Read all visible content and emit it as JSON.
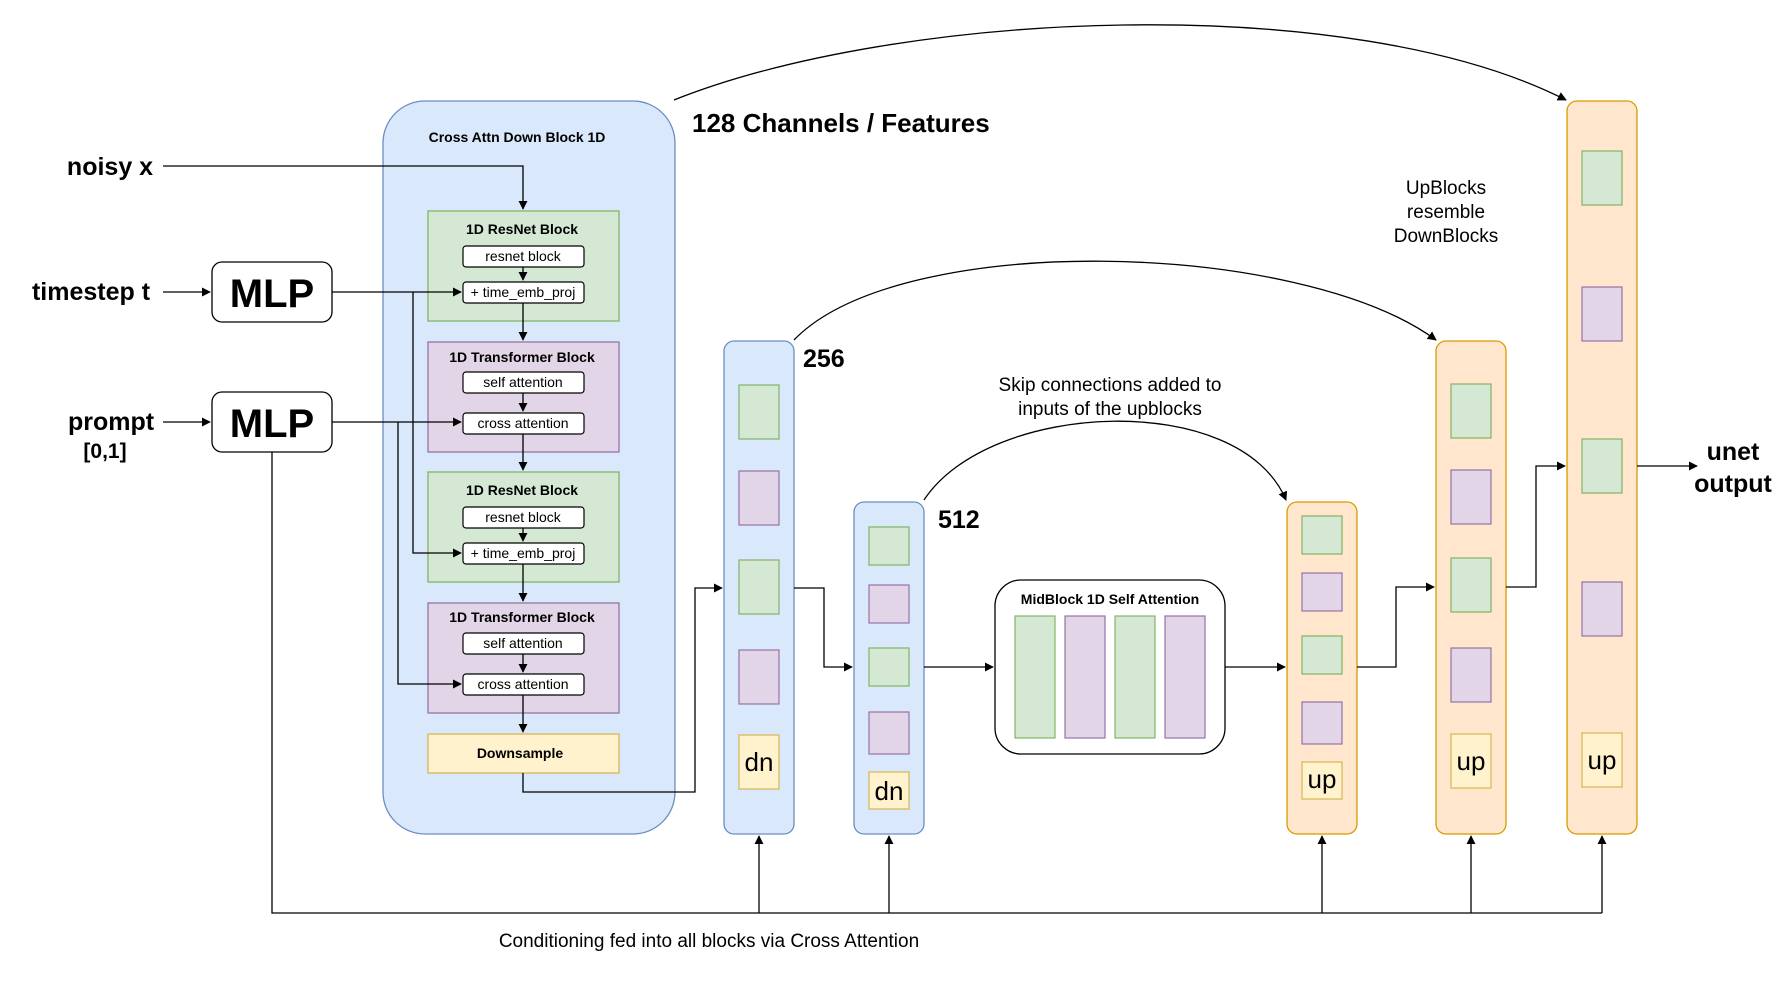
{
  "inputs": {
    "noisy_x": "noisy x",
    "timestep": "timestep t",
    "prompt": "prompt",
    "prompt_range": "[0,1]"
  },
  "mlp": {
    "label": "MLP"
  },
  "down_block": {
    "title": "Cross Attn Down Block 1D",
    "resnet_title": "1D ResNet Block",
    "resnet_block": "resnet block",
    "time_emb_proj": "+ time_emb_proj",
    "transformer_title": "1D Transformer Block",
    "self_attention": "self attention",
    "cross_attention": "cross attention",
    "downsample": "Downsample"
  },
  "channels": {
    "c128": "128 Channels / Features",
    "c256": "256",
    "c512": "512"
  },
  "mid_block": {
    "title": "MidBlock 1D Self Attention"
  },
  "small_labels": {
    "down": "dn",
    "up": "up"
  },
  "notes": {
    "skip_line1": "Skip connections added to",
    "skip_line2": "inputs of the upblocks",
    "upblocks_line1": "UpBlocks",
    "upblocks_line2": "resemble",
    "upblocks_line3": "DownBlocks",
    "conditioning": "Conditioning fed into all blocks via Cross Attention"
  },
  "output": {
    "line1": "unet",
    "line2": "output"
  },
  "colors": {
    "blue_fill": "#dae8fc",
    "blue_stroke": "#6c8ebf",
    "green_fill": "#d5e8d4",
    "green_stroke": "#82b366",
    "purple_fill": "#e1d5e7",
    "purple_stroke": "#9673a6",
    "yellow_fill": "#fff2cc",
    "yellow_stroke": "#d6b656",
    "orange_fill": "#ffe6cc",
    "orange_stroke": "#d79b00"
  }
}
